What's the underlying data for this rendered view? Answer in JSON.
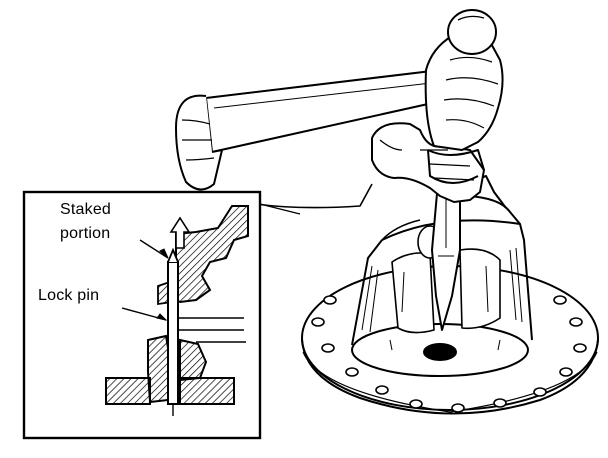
{
  "labels": {
    "staked_line1": "Staked",
    "staked_line2": "portion",
    "lock_pin": "Lock pin"
  },
  "colors": {
    "ink": "#000000",
    "paper": "#ffffff"
  },
  "icons": [
    "hammer-icon",
    "punch-icon",
    "hand-icon",
    "differential-case-icon"
  ]
}
